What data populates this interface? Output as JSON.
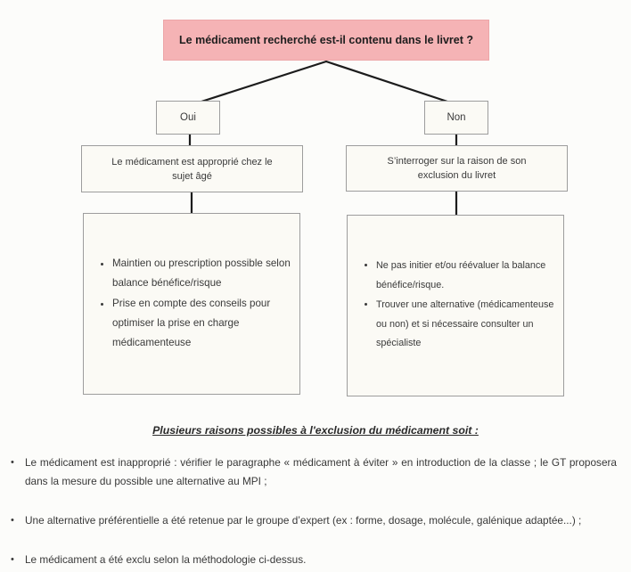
{
  "flowchart": {
    "question": "Le médicament recherché est-il contenu dans le livret ?",
    "yes": {
      "label": "Oui",
      "statement": "Le médicament est approprié chez le sujet âgé",
      "bullets": [
        "Maintien ou prescription possible selon balance bénéfice/risque",
        "Prise en compte des conseils pour optimiser la prise en charge médicamenteuse"
      ]
    },
    "no": {
      "label": "Non",
      "statement": "S’interroger sur la raison de son exclusion du livret",
      "bullets": [
        "Ne pas initier et/ou réévaluer la balance bénéfice/risque.",
        "Trouver une alternative (médicamenteuse ou non) et si nécessaire consulter un spécialiste"
      ]
    }
  },
  "footer": {
    "title": "Plusieurs raisons possibles à l'exclusion du médicament soit :",
    "bullets": [
      "Le médicament est inapproprié : vérifier le paragraphe « médicament à éviter » en introduction de la classe ; le GT proposera dans la mesure du possible une alternative au MPI ;",
      "Une alternative préférentielle a été retenue par le groupe d’expert (ex : forme, dosage, molécule, galénique adaptée...) ;",
      "Le médicament a été exclu selon la méthodologie ci-dessus."
    ],
    "bullet_glyph": "•"
  },
  "colors": {
    "question_box_fill": "#f5b3b5",
    "question_box_border": "#eca6a8",
    "box_fill": "#fbfaf5",
    "box_border": "#9d9d9d",
    "connector_line": "#1c1c1c",
    "text": "#3a3a3a",
    "background": "#fcfcfa"
  }
}
